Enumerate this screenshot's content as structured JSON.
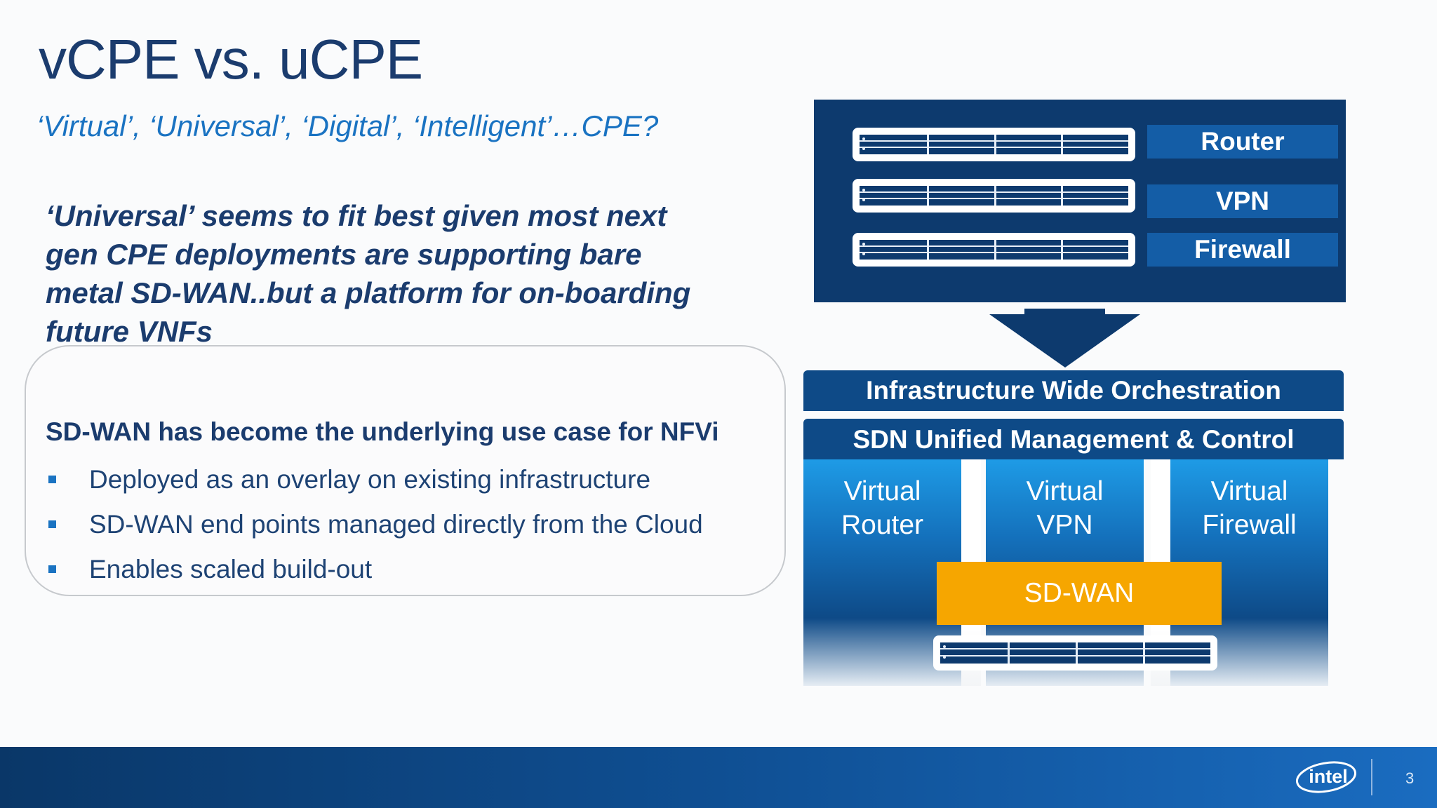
{
  "slide": {
    "title": "vCPE vs. uCPE",
    "subtitle": "‘Virtual’, ‘Universal’, ‘Digital’, ‘Intelligent’…CPE?",
    "lead_lines": [
      "‘Universal’ seems to fit best given most next",
      "gen CPE deployments are supporting bare",
      "metal SD-WAN..but a platform for on-boarding",
      "future VNFs"
    ],
    "callout": {
      "heading": "SD-WAN has become the underlying use case for NFVi",
      "bullets": [
        "Deployed as an overlay on existing infrastructure",
        "SD-WAN end  points managed directly from the Cloud",
        "Enables scaled build-out"
      ]
    },
    "page_number": "3"
  },
  "diagram": {
    "appliances": [
      "Router",
      "VPN",
      "Firewall"
    ],
    "orchestration_label": "Infrastructure Wide Orchestration",
    "management_label": "SDN Unified Management & Control",
    "virtual_functions": [
      "Virtual\nRouter",
      "Virtual\nVPN",
      "Virtual\nFirewall"
    ],
    "sdwan_label": "SD-WAN"
  },
  "footer": {
    "logo_text": "intel"
  },
  "colors": {
    "navy": "#0d3a6e",
    "accent_blue": "#1a73c2",
    "sdwan_orange": "#f6a600"
  }
}
